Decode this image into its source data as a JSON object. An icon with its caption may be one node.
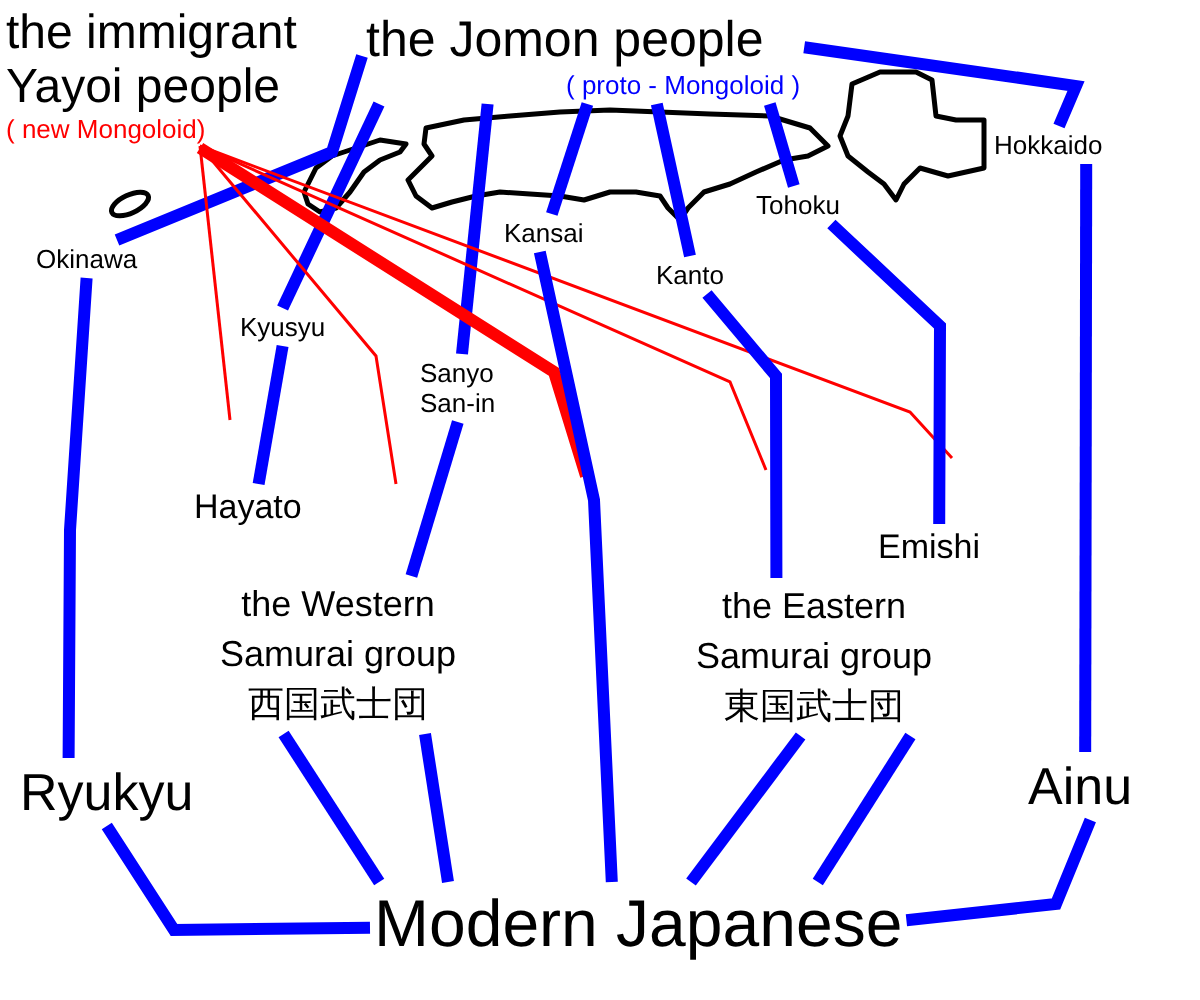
{
  "diagram": {
    "nodes": [
      {
        "text": [
          "the immigrant Yayoi people",
          "( new Mongoloid)"
        ]
      },
      {
        "text": [
          "the Jomon people",
          "( proto - Mongoloid )"
        ]
      },
      {
        "text": [
          "Okinawa"
        ]
      },
      {
        "text": [
          "Kyusyu"
        ]
      },
      {
        "text": [
          "Sanyo San-in"
        ]
      },
      {
        "text": [
          "Kansai"
        ]
      },
      {
        "text": [
          "Kanto"
        ]
      },
      {
        "text": [
          "Tohoku"
        ]
      },
      {
        "text": [
          "Hokkaido"
        ]
      },
      {
        "text": [
          "Hayato"
        ]
      },
      {
        "text": [
          "the Western Samurai group",
          "西国武士団"
        ]
      },
      {
        "text": [
          "Emishi"
        ]
      },
      {
        "text": [
          "the Eastern Samurai group",
          "東国武士団"
        ]
      },
      {
        "text": [
          "Ryukyu"
        ]
      },
      {
        "text": [
          "Ainu"
        ]
      },
      {
        "text": [
          "Modern Japanese"
        ]
      }
    ],
    "edges": [
      {
        "from": 1,
        "to": 2,
        "arrow": "none"
      },
      {
        "from": 1,
        "to": 3,
        "arrow": "none"
      },
      {
        "from": 1,
        "to": 4,
        "arrow": "none"
      },
      {
        "from": 1,
        "to": 5,
        "arrow": "none"
      },
      {
        "from": 1,
        "to": 6,
        "arrow": "none"
      },
      {
        "from": 1,
        "to": 7,
        "arrow": "none"
      },
      {
        "from": 1,
        "to": 8,
        "arrow": "none"
      },
      {
        "from": 0,
        "to": null,
        "arrow": "none",
        "color": "#ff0000"
      },
      {
        "from": 0,
        "to": null,
        "arrow": "none",
        "color": "#ff0000"
      },
      {
        "from": 0,
        "to": null,
        "arrow": "none",
        "color": "#ff0000"
      },
      {
        "from": 0,
        "to": null,
        "arrow": "none",
        "color": "#ff0000"
      },
      {
        "from": 0,
        "to": null,
        "arrow": "none",
        "color": "#ff0000"
      },
      {
        "from": 2,
        "to": 13,
        "arrow": "none"
      },
      {
        "from": 3,
        "to": 9,
        "arrow": "none"
      },
      {
        "from": 4,
        "to": 10,
        "arrow": "none"
      },
      {
        "from": 5,
        "to": 15,
        "arrow": "none"
      },
      {
        "from": 6,
        "to": 12,
        "arrow": "none"
      },
      {
        "from": 7,
        "to": 11,
        "arrow": "none"
      },
      {
        "from": 8,
        "to": 14,
        "arrow": "none"
      },
      {
        "from": 10,
        "to": 15,
        "arrow": "none"
      },
      {
        "from": 10,
        "to": 15,
        "arrow": "none"
      },
      {
        "from": 12,
        "to": 15,
        "arrow": "none"
      },
      {
        "from": 12,
        "to": 15,
        "arrow": "none"
      },
      {
        "from": 13,
        "to": 15,
        "arrow": "none"
      },
      {
        "from": 14,
        "to": 15,
        "arrow": "none"
      }
    ]
  }
}
